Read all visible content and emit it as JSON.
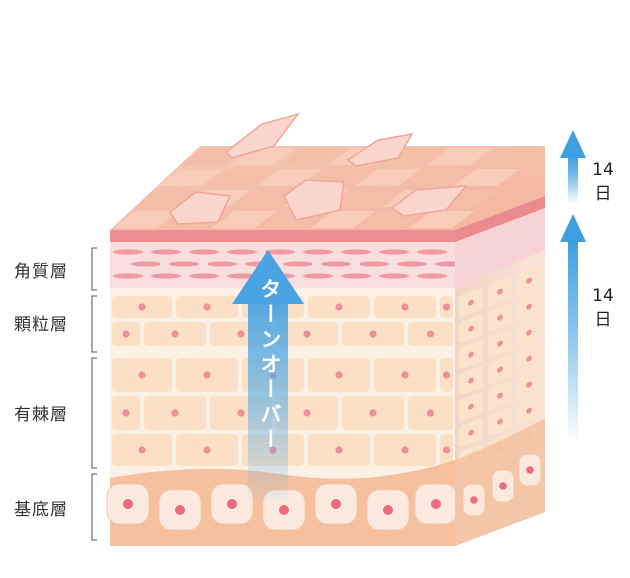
{
  "layers": [
    {
      "id": "stratum-corneum",
      "label": "角質層"
    },
    {
      "id": "stratum-granulosum",
      "label": "顆粒層"
    },
    {
      "id": "stratum-spinosum",
      "label": "有棘層"
    },
    {
      "id": "stratum-basale",
      "label": "基底層"
    }
  ],
  "turnover_label": "ターンオーバー",
  "durations": [
    {
      "value": "14",
      "unit": "日"
    },
    {
      "value": "14",
      "unit": "日"
    }
  ],
  "colors": {
    "arrow_blue": "#3d9fe0",
    "top_surface": "#f5c3ae",
    "corneum_red": "#ec8b90",
    "cell_fill": "#fbe0c6",
    "nucleus": "#ef8f98",
    "basale_bg": "#f7c2a4",
    "label_text": "#333333"
  }
}
